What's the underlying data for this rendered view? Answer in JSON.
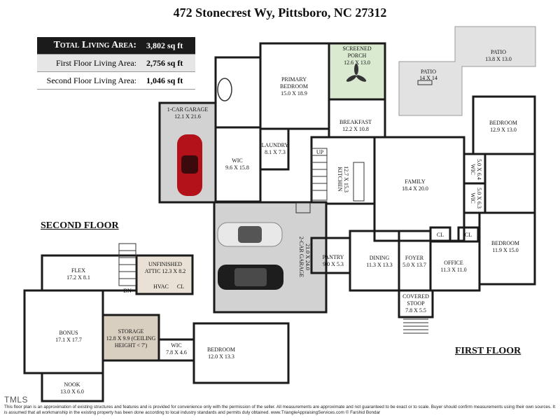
{
  "title": "472 Stonecrest Wy, Pittsboro, NC 27312",
  "areas": {
    "total_label": "Total Living Area:",
    "total_value": "3,802 sq ft",
    "first_label": "First Floor Living Area:",
    "first_value": "2,756 sq ft",
    "second_label": "Second Floor Living Area:",
    "second_value": "1,046 sq ft"
  },
  "floors": {
    "second": "SECOND FLOOR",
    "first": "FIRST FLOOR"
  },
  "rooms": {
    "garage1_name": "1-CAR GARAGE",
    "garage1_dim": "12.1 X 21.6",
    "primary_name": "PRIMARY",
    "primary_name2": "BEDROOM",
    "primary_dim": "15.0 X 18.9",
    "porch_name": "SCREENED",
    "porch_name2": "PORCH",
    "porch_dim": "12.6 X 13.0",
    "patio_big_name": "PATIO",
    "patio_big_dim": "13.8 X 13.0",
    "patio_small_name": "PATIO",
    "patio_small_dim": "14 X 14",
    "breakfast_name": "BREAKFAST",
    "breakfast_dim": "12.2 X 10.8",
    "bed_ne_name": "BEDROOM",
    "bed_ne_dim": "12.9 X 13.0",
    "laundry_name": "LAUNDRY",
    "laundry_dim": "8.1 X 7.3",
    "wic_primary_name": "WIC",
    "wic_primary_dim": "9.6 X 15.8",
    "kitchen_name": "KITCHEN",
    "kitchen_dim": "12.7 X 15.3",
    "up": "UP",
    "family_name": "FAMILY",
    "family_dim": "18.4 X 20.0",
    "wic_a_name": "WIC",
    "wic_a_dim": "5.0 X 6.4",
    "wic_b_name": "WIC",
    "wic_b_dim": "5.0 X 6.3",
    "garage2_name": "2-CAR GARAGE",
    "garage2_dim": "21.0 X 24.0",
    "pantry_name": "PANTRY",
    "pantry_dim": "9.0 X 5.3",
    "dining_name": "DINING",
    "dining_dim": "11.3 X 13.3",
    "foyer_name": "FOYER",
    "foyer_dim": "5.0 X 13.7",
    "office_name": "OFFICE",
    "office_dim": "11.3 X 11.0",
    "cl1": "CL",
    "cl2": "CL",
    "bed_se_name": "BEDROOM",
    "bed_se_dim": "11.9 X 15.0",
    "stoop_name": "COVERED",
    "stoop_name2": "STOOP",
    "stoop_dim": "7.8 X 5.5",
    "flex_name": "FLEX",
    "flex_dim": "17.2 X 8.1",
    "attic_name": "UNFINISHED",
    "attic_name2": "ATTIC 12.3 X 8.2",
    "dn": "DN",
    "hvac": "HVAC",
    "cl3": "CL",
    "bonus_name": "BONUS",
    "bonus_dim": "17.1 X 17.7",
    "storage_name": "STORAGE",
    "storage_dim": "12.8 X 9.9 (CEILING",
    "storage_dim2": "HEIGHT < 7')",
    "wic_up_name": "WIC",
    "wic_up_dim": "7.8 X 4.6",
    "bed_up_name": "BEDROOM",
    "bed_up_dim": "12.0 X 13.3",
    "nook_name": "NOOK",
    "nook_dim": "13.0 X 6.0"
  },
  "footer": {
    "mls": "TMLS",
    "disclaimer": "This floor plan is an approximation of existing structures and features and is provided for convenience only with the permission of the seller.  All measurements are approximate and not guaranteed to be exact or to scale.  Buyer should confirm measurements using their own sources.  It is assumed that all workmanship in the existing property has been done according to local industry standards and permits duly obtained.          www.TriangleAppraisingServices.com    © Farshid Bondar"
  },
  "colors": {
    "wall": "#1a1a1a",
    "garage_fill": "#d2d2d2",
    "porch_fill": "#d9ead0",
    "patio_fill": "#e2e2e2",
    "storage_fill": "#d9cfc0",
    "attic_fill": "#e9e1d5",
    "car_red": "#b3121b"
  }
}
